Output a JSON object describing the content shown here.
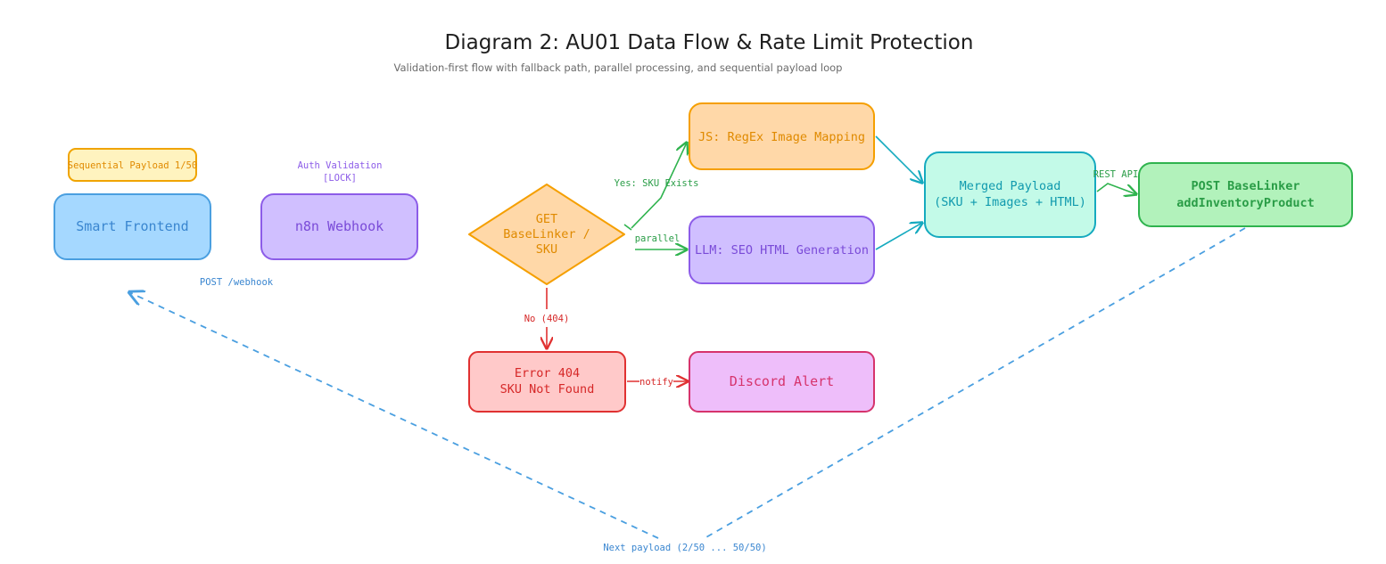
{
  "header": {
    "title": "Diagram 2: AU01 Data Flow & Rate Limit Protection",
    "subtitle": "Validation-first flow with fallback path, parallel processing, and sequential payload loop"
  },
  "nodes": {
    "sequential_badge": "Sequential Payload 1/50",
    "frontend": "Smart Frontend",
    "auth_label": "Auth Validation",
    "auth_lock": "[LOCK]",
    "webhook": "n8n Webhook",
    "decision": [
      "GET",
      "BaseLinker /",
      "SKU"
    ],
    "js_mapping": "JS: RegEx Image Mapping",
    "llm": "LLM: SEO HTML Generation",
    "merged": [
      "Merged Payload",
      "(SKU + Images + HTML)"
    ],
    "post": [
      "POST BaseLinker",
      "addInventoryProduct"
    ],
    "error": [
      "Error 404",
      "SKU Not Found"
    ],
    "discord": "Discord Alert"
  },
  "edges": {
    "post_webhook": "POST /webhook",
    "yes_sku": "Yes: SKU Exists",
    "parallel": "parallel",
    "no_404": "No (404)",
    "notify": "notify",
    "rest_api": "REST API",
    "next_payload": "Next payload (2/50 ... 50/50)"
  },
  "colors": {
    "yellow_fill": "#fff3bf",
    "yellow_stroke": "#f0a400",
    "blue_fill": "#a5d8ff",
    "blue_stroke": "#4a9fe0",
    "purple_fill": "#d0bfff",
    "purple_stroke": "#8c5ce8",
    "orange_fill": "#ffd8a8",
    "orange_stroke": "#f59f00",
    "teal_fill": "#c3fae8",
    "teal_stroke": "#15aabf",
    "green_fill": "#b2f2bb",
    "green_stroke": "#2fb34e",
    "red_fill": "#ffc9c9",
    "red_stroke": "#e03131",
    "pink_fill": "#eebefa",
    "pink_stroke": "#d6336c",
    "edge_blue": "#4a9fe0",
    "edge_green": "#2fb34e",
    "edge_red": "#e03131",
    "edge_teal": "#15aabf"
  }
}
